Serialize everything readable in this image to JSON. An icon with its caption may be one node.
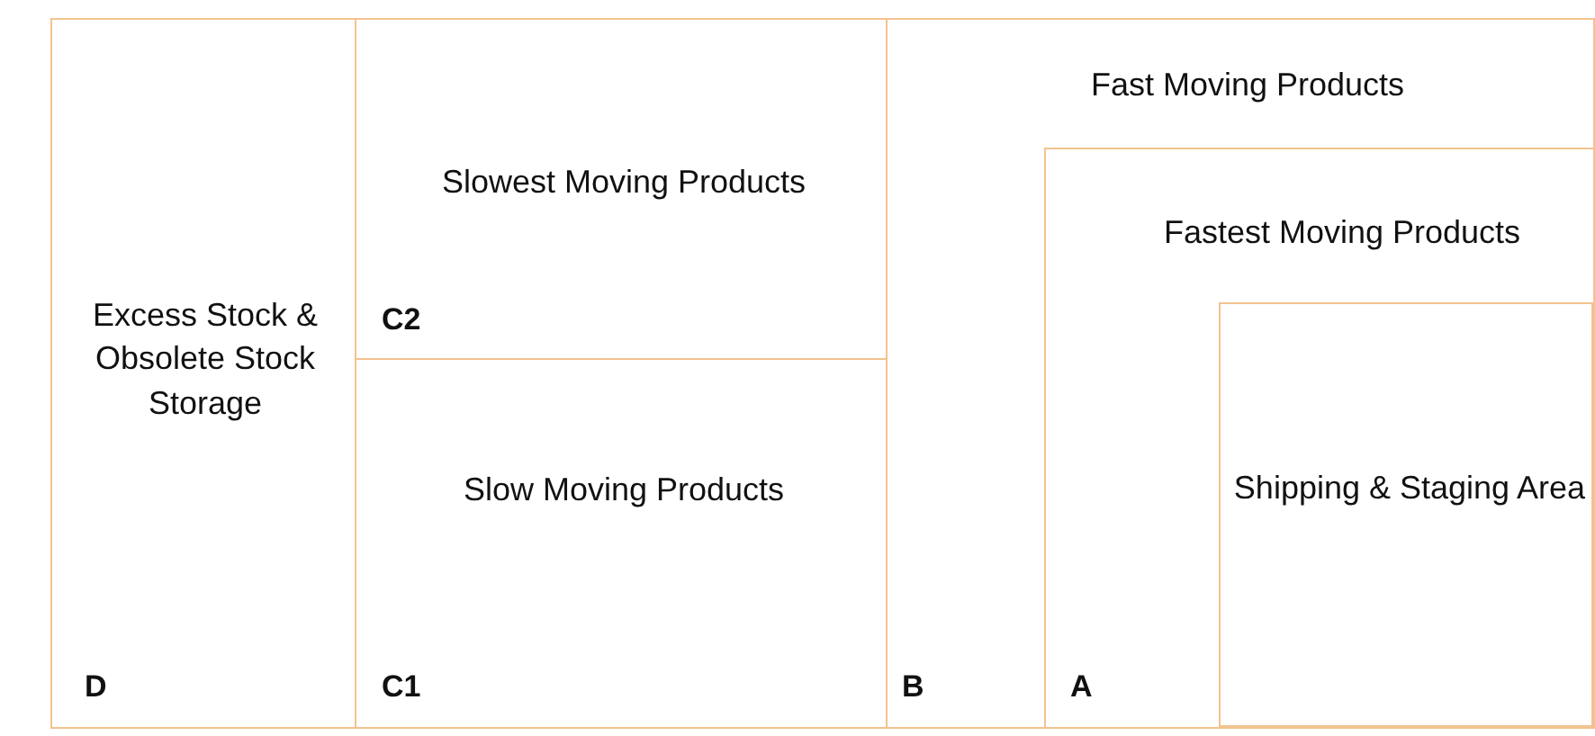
{
  "diagram": {
    "nodes": [
      {
        "text": [
          "Excess Stock & Obsolete Stock Storage",
          "D"
        ]
      },
      {
        "text": [
          "Slowest Moving Products",
          "C2"
        ]
      },
      {
        "text": [
          "Slow Moving Products",
          "C1"
        ]
      },
      {
        "text": [
          "Fast Moving Products",
          "B"
        ]
      },
      {
        "text": [
          "Fastest Moving Products",
          "A"
        ],
        "in": 3
      },
      {
        "text": [
          "Shipping & Staging Area"
        ],
        "in": 4
      }
    ]
  }
}
